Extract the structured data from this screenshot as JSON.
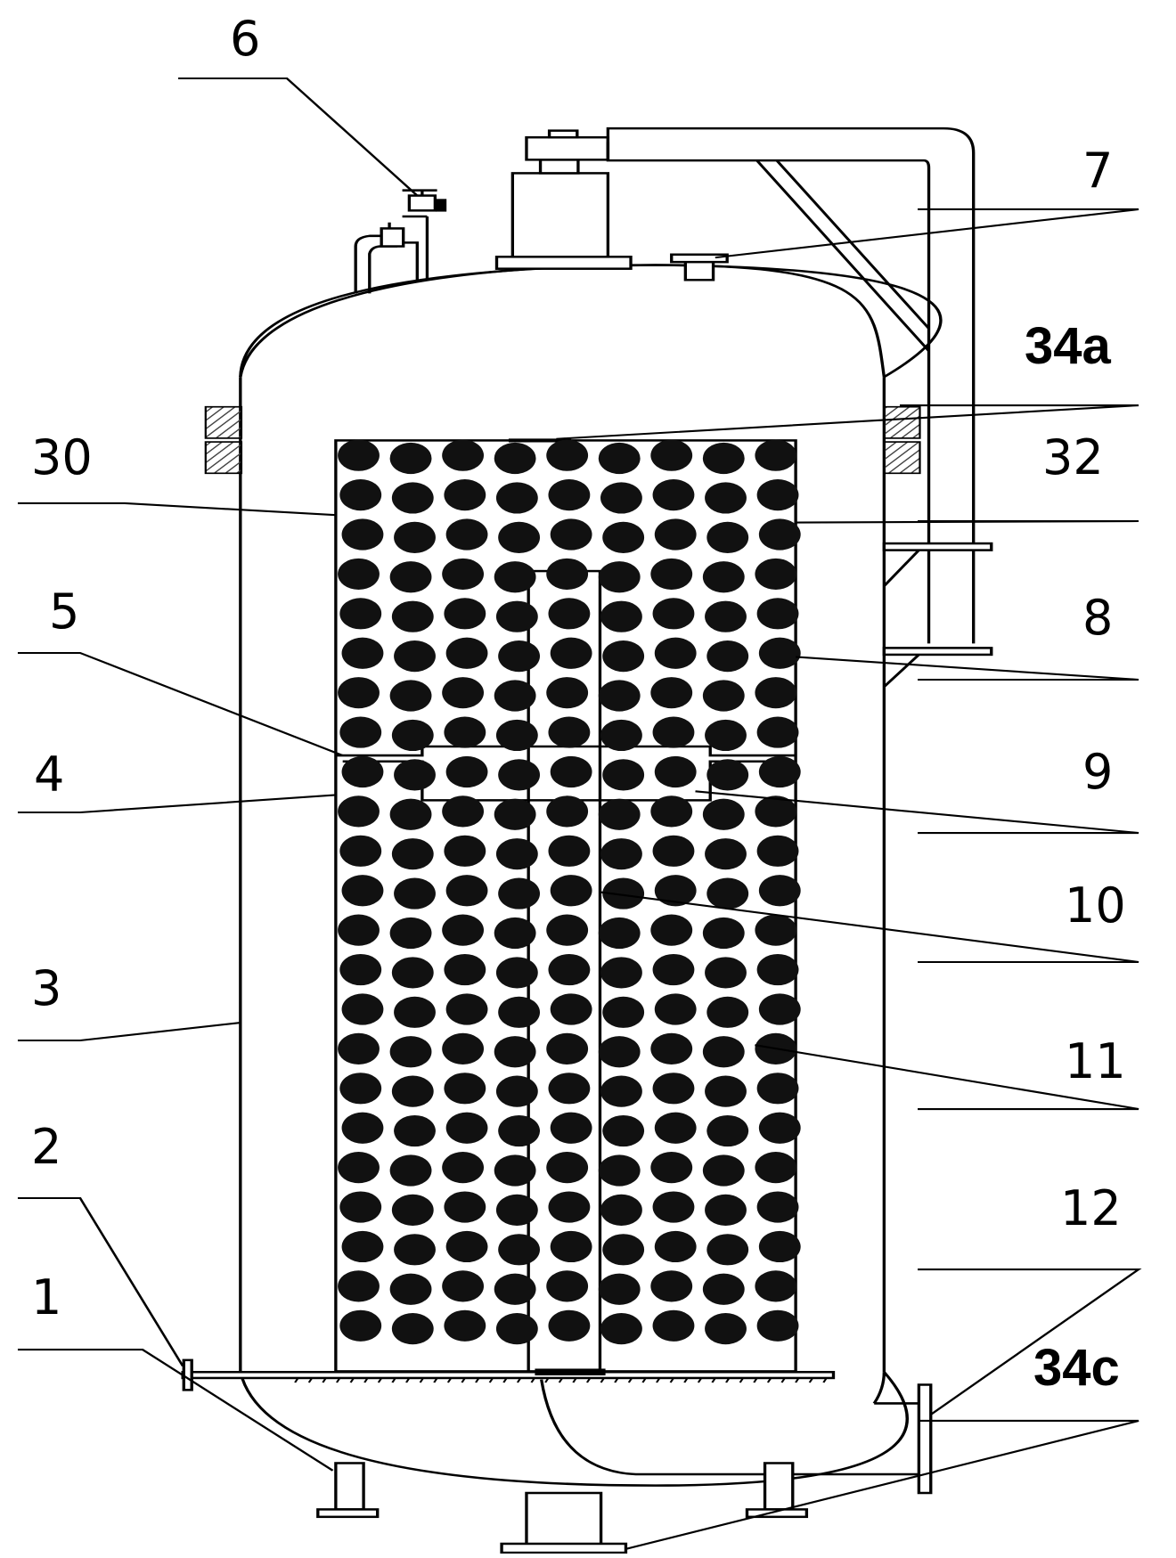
{
  "diagram": {
    "labels": [
      {
        "id": "l6",
        "text": "6"
      },
      {
        "id": "l7",
        "text": "7"
      },
      {
        "id": "l34a",
        "text": "34a"
      },
      {
        "id": "l30",
        "text": "30"
      },
      {
        "id": "l32",
        "text": "32"
      },
      {
        "id": "l5",
        "text": "5"
      },
      {
        "id": "l8",
        "text": "8"
      },
      {
        "id": "l4",
        "text": "4"
      },
      {
        "id": "l9",
        "text": "9"
      },
      {
        "id": "l10",
        "text": "10"
      },
      {
        "id": "l3",
        "text": "3"
      },
      {
        "id": "l11",
        "text": "11"
      },
      {
        "id": "l2",
        "text": "2"
      },
      {
        "id": "l12",
        "text": "12"
      },
      {
        "id": "l1",
        "text": "1"
      },
      {
        "id": "l34c",
        "text": "34c"
      }
    ],
    "colors": {
      "line": "#000000",
      "fill": "#ffffff",
      "ball": "#111111",
      "hatch": "#444444"
    }
  }
}
